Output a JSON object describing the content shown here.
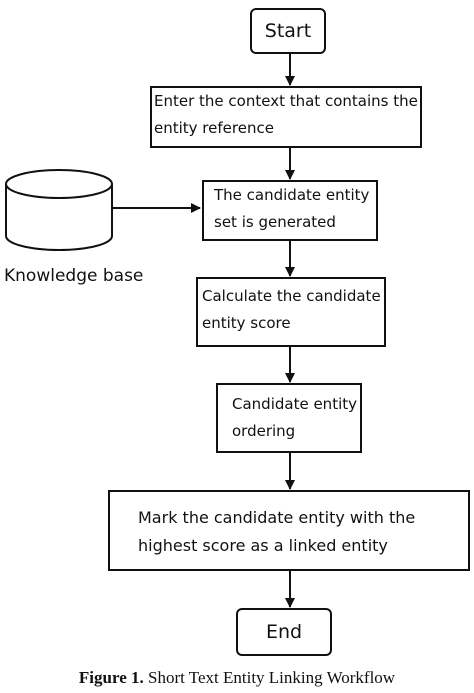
{
  "nodes": {
    "start": "Start",
    "enter_context": {
      "line1": "Enter the context that contains the",
      "line2": "entity reference"
    },
    "candidate_set": {
      "line1": "The candidate entity",
      "line2": "set is generated"
    },
    "calculate_score": {
      "line1": "Calculate the candidate",
      "line2": "entity score"
    },
    "ordering": {
      "line1": "Candidate entity",
      "line2": "ordering"
    },
    "mark_entity": {
      "line1": "Mark the candidate entity with the",
      "line2": "highest score as a linked entity"
    },
    "end": "End"
  },
  "knowledge_base": {
    "label": "Knowledge base"
  },
  "caption": {
    "prefix": "Figure 1.",
    "text": "Short Text Entity Linking Workflow"
  }
}
